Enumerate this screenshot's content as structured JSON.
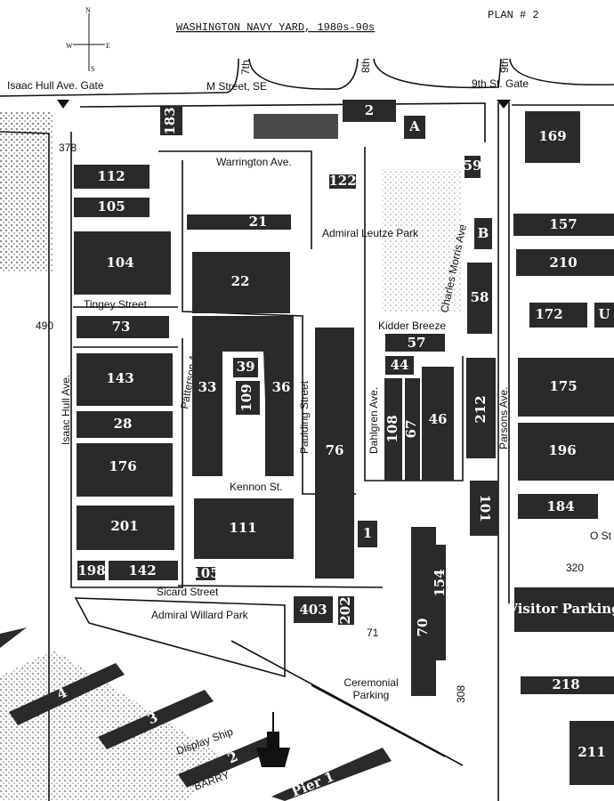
{
  "title": "WASHINGTON NAVY YARD, 1980s-90s",
  "plan": "PLAN # 2",
  "compass": {
    "n": "N",
    "e": "E",
    "w": "W",
    "s": "S"
  },
  "streets": {
    "m_street": "M Street, SE",
    "isaac_hull_gate": "Isaac Hull Ave. Gate",
    "ninth_gate": "9th St. Gate",
    "seventh": "7th",
    "eighth": "8th",
    "ninth": "9th",
    "warrington": "Warrington Ave.",
    "tingey": "Tingey Street",
    "isaac_hull_ave": "Isaac Hull Ave.",
    "patterson": "Patterson Ave.",
    "paulding": "Paulding Street",
    "dahlgren": "Dahlgren Ave.",
    "parsons": "Parsons Ave.",
    "charles_morris": "Charles Morris Ave",
    "kidder_breeze": "Kidder Breeze",
    "kennon": "Kennon St.",
    "sicard": "Sicard Street",
    "o_st": "O St"
  },
  "places": {
    "leutze_park": "Admiral Leutze Park",
    "willard_park": "Admiral Willard Park",
    "ceremonial_parking": "Ceremonial Parking",
    "visitor_parking": "Visitor Parking",
    "display_ship": "Display Ship",
    "barry": "BARRY",
    "pier1": "Pier 1",
    "pier2": "2",
    "pier3": "3",
    "pier4": "4"
  },
  "buildings": {
    "b112": "112",
    "b105": "105",
    "b21": "21",
    "b104": "104",
    "b22": "22",
    "b73": "73",
    "b143": "143",
    "b28": "28",
    "b176": "176",
    "b201": "201",
    "b198": "198",
    "b142": "142",
    "b105s": "105",
    "b33": "33",
    "b39": "39",
    "b109": "109",
    "b36": "36",
    "b76": "76",
    "b111": "111",
    "b1": "1",
    "b403": "403",
    "b202": "202",
    "b57": "57",
    "b44": "44",
    "b108": "108",
    "b67": "67",
    "b46": "46",
    "b212": "212",
    "b58": "58",
    "bB": "B",
    "b59": "59",
    "bA": "A",
    "b2": "2",
    "b183": "183",
    "b122": "122",
    "b101": "101",
    "b70": "70",
    "b154": "154",
    "b169": "169",
    "b157": "157",
    "b210": "210",
    "b172": "172",
    "bU": "U",
    "b175": "175",
    "b196": "196",
    "b184": "184",
    "b218": "218",
    "b211": "211"
  },
  "numbers": {
    "n378": "378",
    "n490": "490",
    "n320": "320",
    "n71": "71",
    "n308": "308"
  }
}
